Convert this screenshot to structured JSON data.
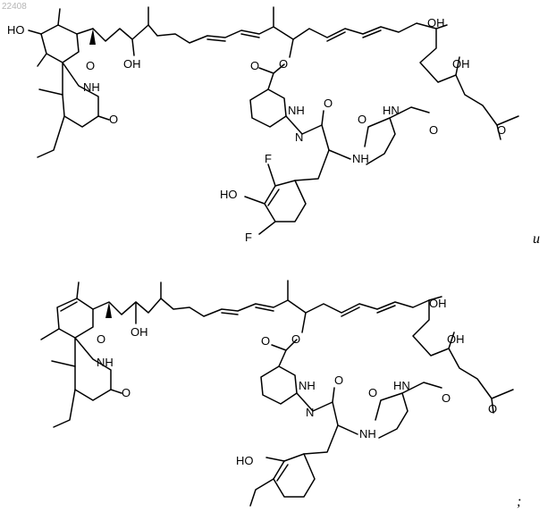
{
  "page_number": "22408",
  "separator_text": "и",
  "end_punct": ";",
  "atom_labels": {
    "HO": "HO",
    "OH": "OH",
    "O": "O",
    "NH": "NH",
    "HN": "HN",
    "N": "N",
    "F": "F"
  }
}
